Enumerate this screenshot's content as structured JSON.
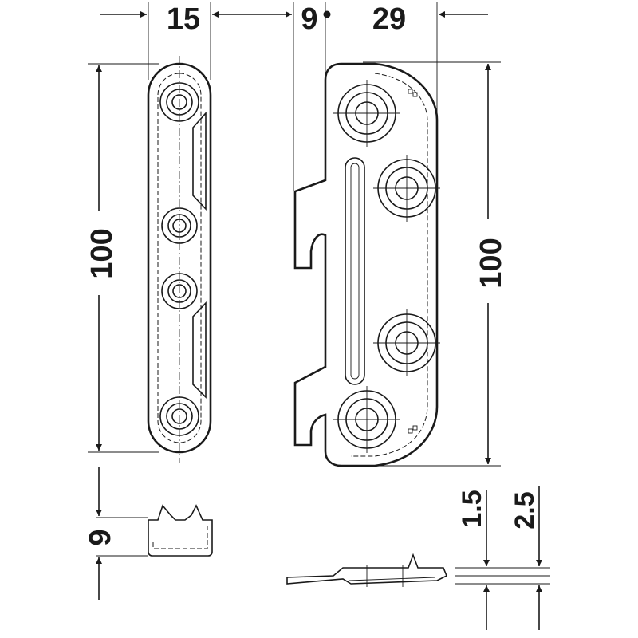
{
  "dimensions": {
    "width_left": "15",
    "gap": "9",
    "width_right": "29",
    "height_left": "100",
    "height_right": "100",
    "thickness_left": "9",
    "thickness_a": "1.5",
    "thickness_b": "2.5"
  },
  "colors": {
    "line": "#1a1a1a",
    "background": "#ffffff"
  }
}
